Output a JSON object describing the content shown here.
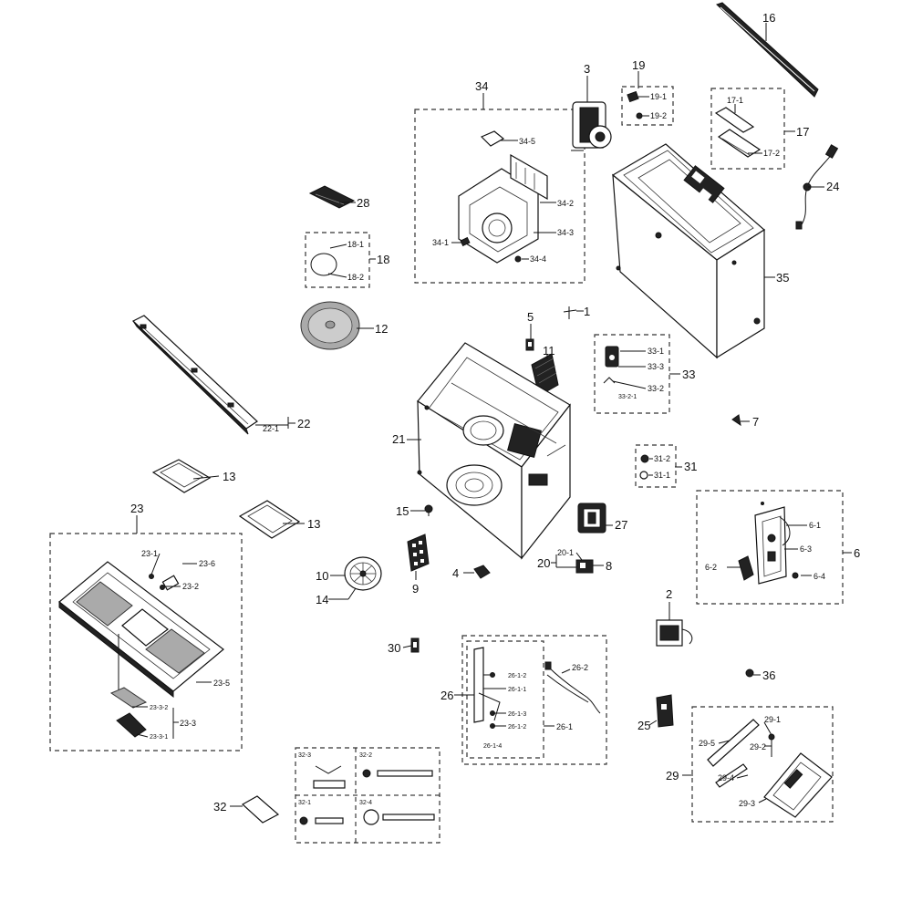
{
  "callouts": {
    "c1": "1",
    "c2": "2",
    "c3": "3",
    "c4": "4",
    "c5": "5",
    "c6": "6",
    "c6_1": "6-1",
    "c6_2": "6-2",
    "c6_3": "6-3",
    "c6_4": "6-4",
    "c7": "7",
    "c8": "8",
    "c9": "9",
    "c10": "10",
    "c11": "11",
    "c12": "12",
    "c13a": "13",
    "c13b": "13",
    "c14": "14",
    "c15": "15",
    "c16": "16",
    "c17": "17",
    "c17_1": "17-1",
    "c17_2": "17-2",
    "c18": "18",
    "c18_1": "18-1",
    "c18_2": "18-2",
    "c19": "19",
    "c19_1": "19-1",
    "c19_2": "19-2",
    "c20": "20",
    "c20_1": "20-1",
    "c21": "21",
    "c22": "22",
    "c22_1": "22-1",
    "c23": "23",
    "c23_1": "23-1",
    "c23_2": "23-2",
    "c23_3": "23-3",
    "c23_3_1": "23-3-1",
    "c23_3_2": "23-3-2",
    "c23_5": "23-5",
    "c23_6": "23-6",
    "c24": "24",
    "c25": "25",
    "c26": "26",
    "c26_1": "26-1",
    "c26_1_1": "26-1-1",
    "c26_1_2a": "26-1-2",
    "c26_1_2b": "26-1-2",
    "c26_1_3": "26-1-3",
    "c26_1_4": "26-1-4",
    "c26_2": "26-2",
    "c27": "27",
    "c28": "28",
    "c29": "29",
    "c29_1": "29-1",
    "c29_2": "29-2",
    "c29_3": "29-3",
    "c29_4": "29-4",
    "c29_5": "29-5",
    "c30": "30",
    "c31": "31",
    "c31_1": "31-1",
    "c31_2": "31-2",
    "c32": "32",
    "c32_1": "32-1",
    "c32_2": "32-2",
    "c32_3": "32-3",
    "c32_4": "32-4",
    "c33": "33",
    "c33_1": "33-1",
    "c33_2": "33-2",
    "c33_2_1": "33-2-1",
    "c33_3": "33-3",
    "c34": "34",
    "c34_1": "34-1",
    "c34_2": "34-2",
    "c34_3": "34-3",
    "c34_4": "34-4",
    "c34_5": "34-5",
    "c35": "35",
    "c36": "36"
  }
}
